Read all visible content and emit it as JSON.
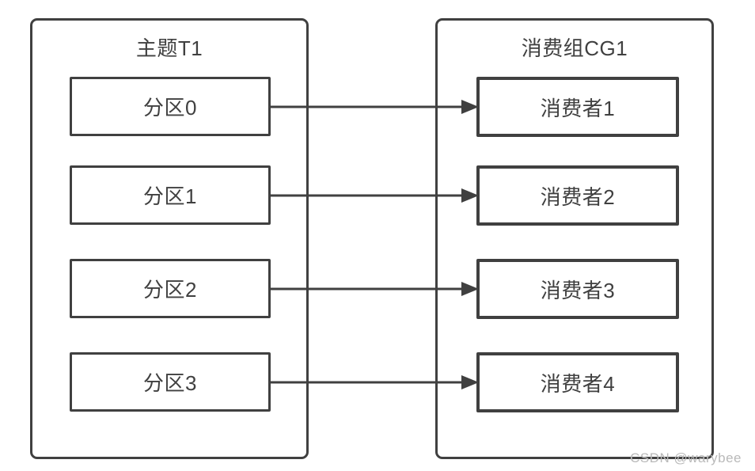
{
  "diagram": {
    "topic_group": {
      "title": "主题T1",
      "partitions": [
        {
          "label": "分区0"
        },
        {
          "label": "分区1"
        },
        {
          "label": "分区2"
        },
        {
          "label": "分区3"
        }
      ]
    },
    "consumer_group": {
      "title": "消费组CG1",
      "consumers": [
        {
          "label": "消费者1"
        },
        {
          "label": "消费者2"
        },
        {
          "label": "消费者3"
        },
        {
          "label": "消费者4"
        }
      ]
    },
    "connections": [
      {
        "from": "分区0",
        "to": "消费者1"
      },
      {
        "from": "分区1",
        "to": "消费者2"
      },
      {
        "from": "分区2",
        "to": "消费者3"
      },
      {
        "from": "分区3",
        "to": "消费者4"
      }
    ],
    "colors": {
      "stroke": "#404040",
      "text": "#404040",
      "watermark": "#b9b9b9",
      "background": "#ffffff"
    }
  },
  "watermark": {
    "text": "CSDN @warybee"
  }
}
